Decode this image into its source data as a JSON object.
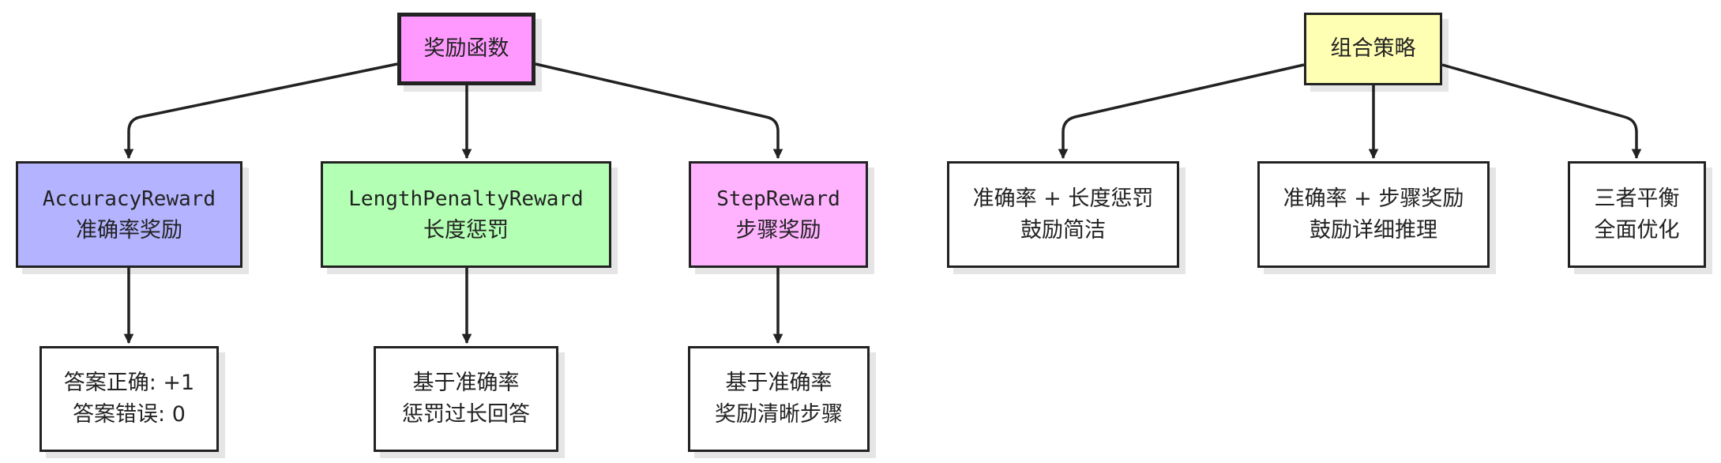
{
  "colors": {
    "reward_root": "#ff99ff",
    "combo_root": "#ffffb3",
    "accuracy": "#b3b3ff",
    "length": "#b3ffb3",
    "step": "#ffb3ff",
    "plain": "#ffffff",
    "stroke": "#222222"
  },
  "reward": {
    "root": "奖励函数",
    "accuracy": {
      "name": "AccuracyReward",
      "desc": "准确率奖励",
      "detail_1": "答案正确: +1",
      "detail_2": "答案错误: 0"
    },
    "length": {
      "name": "LengthPenaltyReward",
      "desc": "长度惩罚",
      "detail_1": "基于准确率",
      "detail_2": "惩罚过长回答"
    },
    "step": {
      "name": "StepReward",
      "desc": "步骤奖励",
      "detail_1": "基于准确率",
      "detail_2": "奖励清晰步骤"
    }
  },
  "combo": {
    "root": "组合策略",
    "a": {
      "line_1": "准确率 + 长度惩罚",
      "line_2": "鼓励简洁"
    },
    "b": {
      "line_1": "准确率 + 步骤奖励",
      "line_2": "鼓励详细推理"
    },
    "c": {
      "line_1": "三者平衡",
      "line_2": "全面优化"
    }
  }
}
